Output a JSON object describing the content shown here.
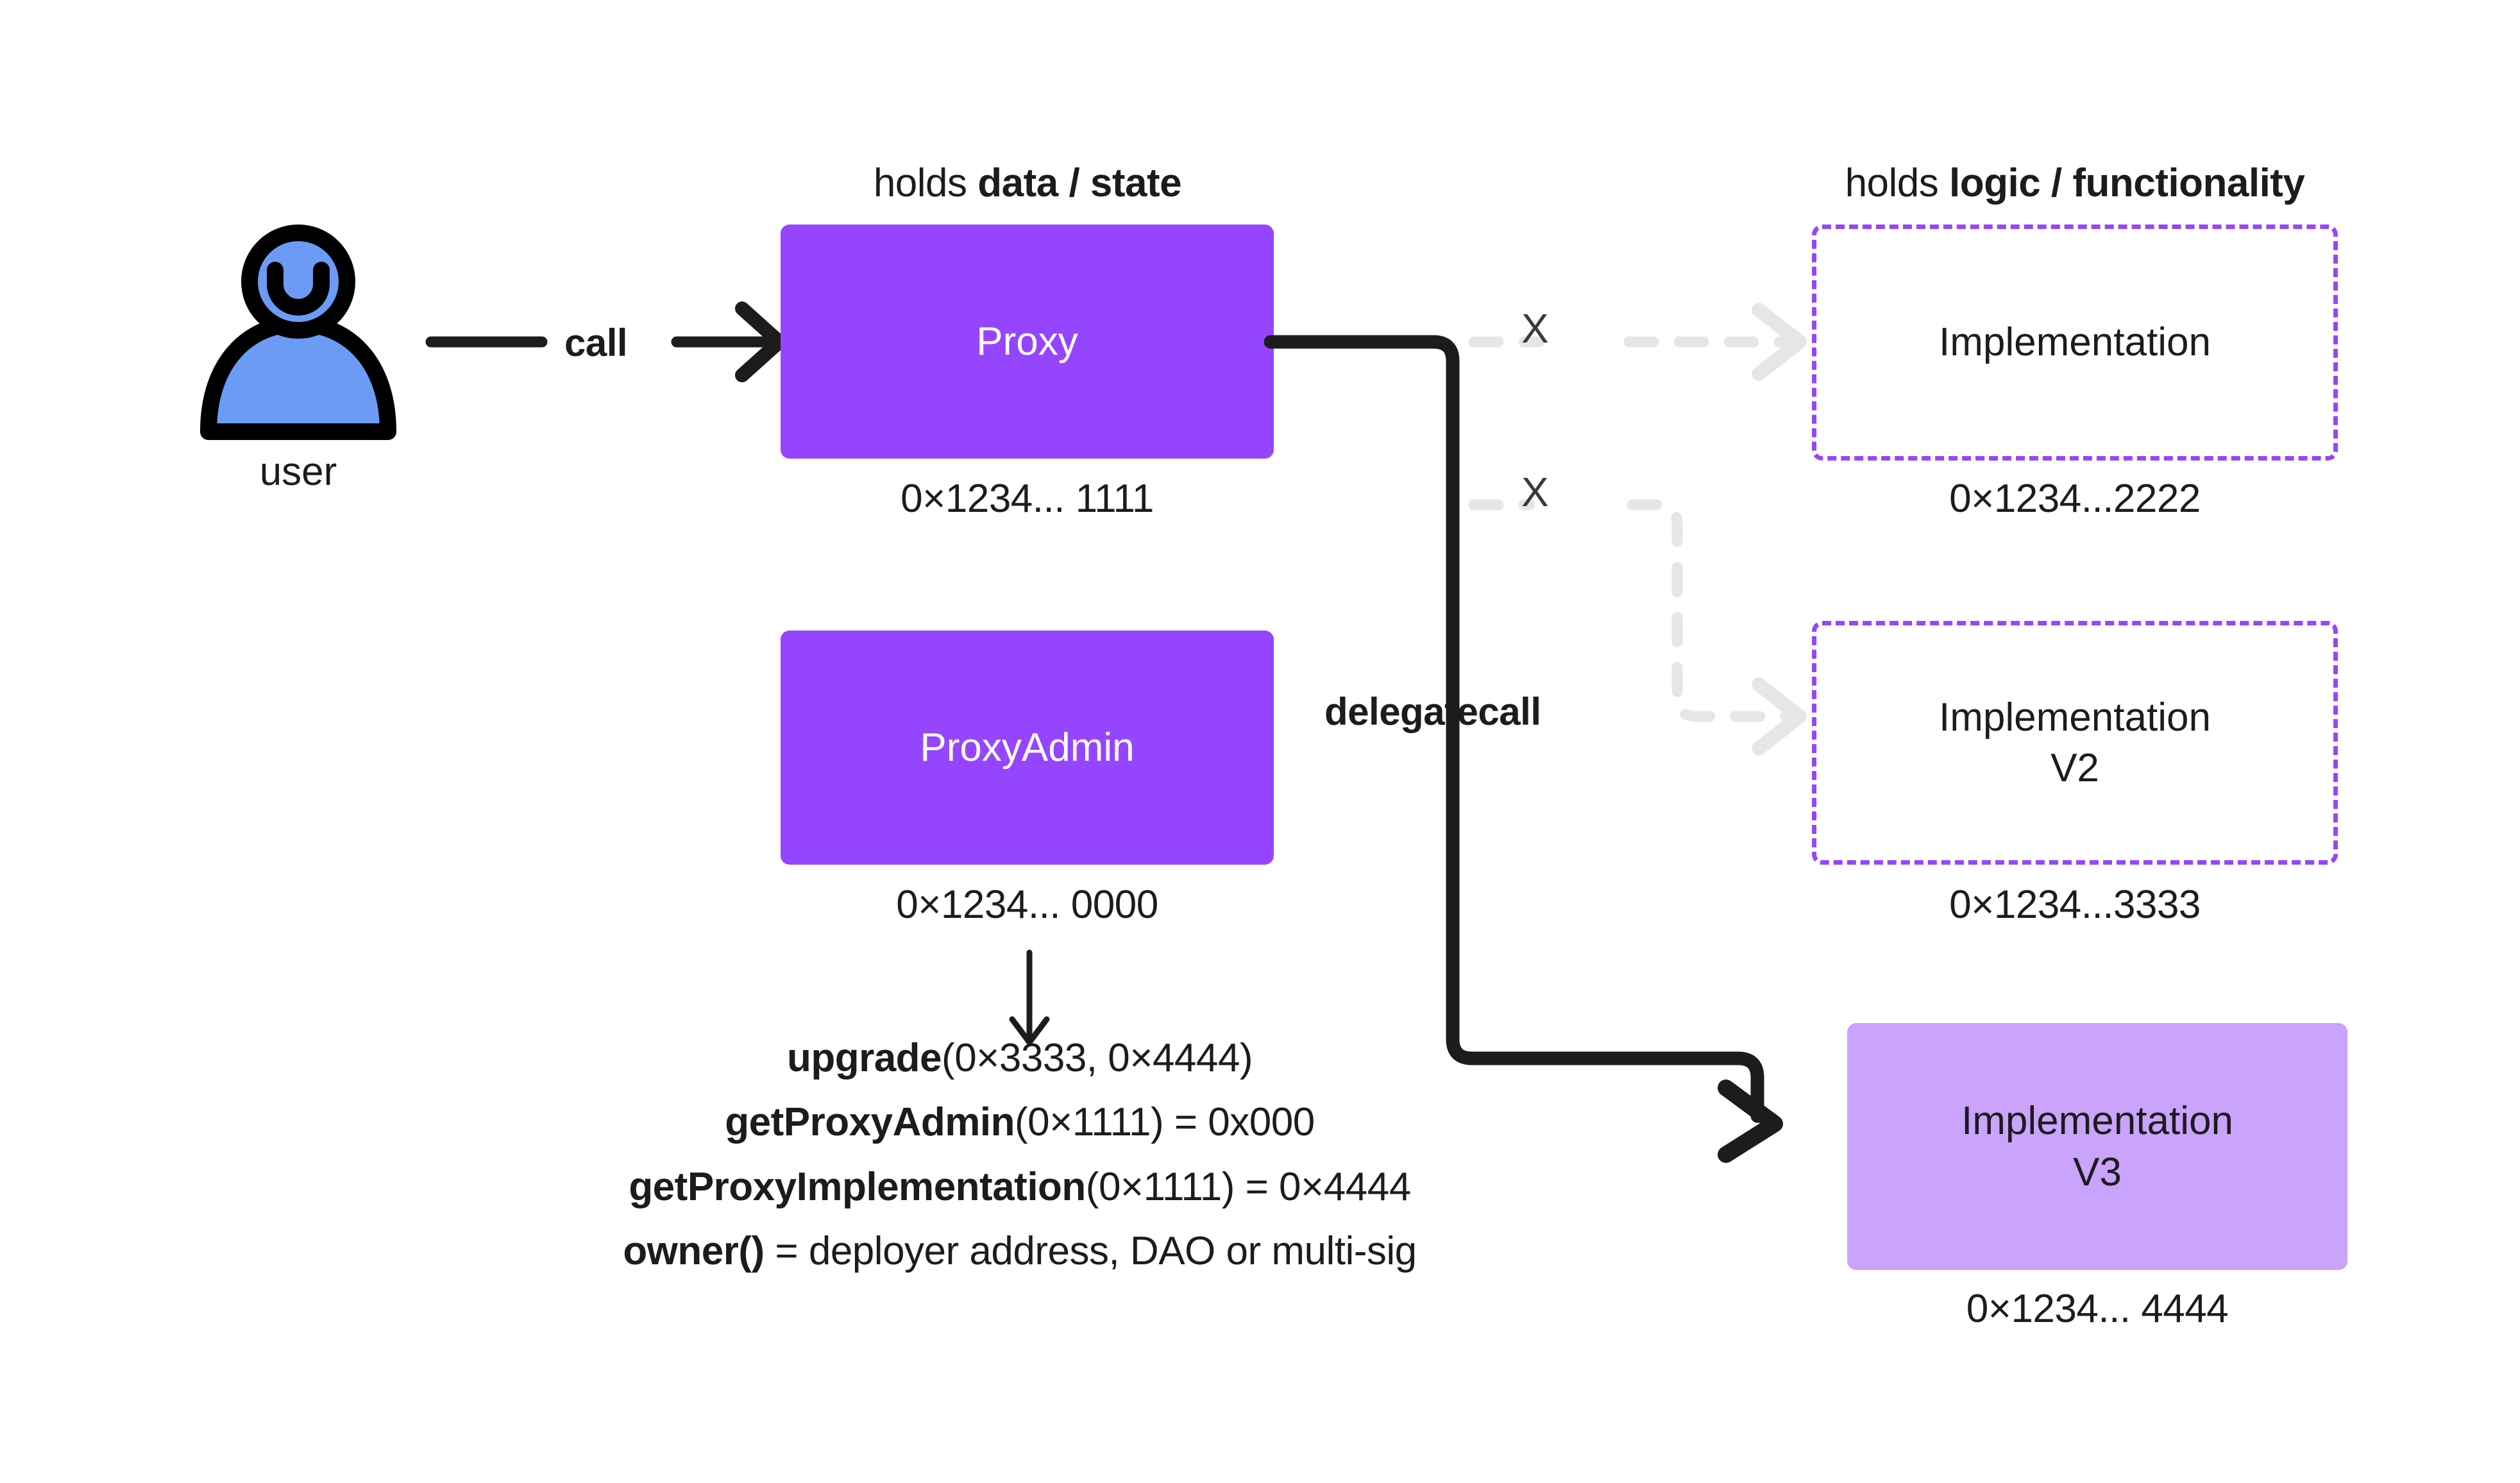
{
  "diagram": {
    "title_left": {
      "prefix": "holds ",
      "strong": "data / state"
    },
    "title_right": {
      "prefix": "holds ",
      "strong": "logic / functionality"
    },
    "actor": {
      "icon": "user-icon",
      "label": "user",
      "fill_color": "#6b9bf5",
      "outline_color": "#000000"
    },
    "edges": {
      "call_label": "call",
      "delegatecall_label": "delegatecall",
      "blocked_marker_1": "X",
      "blocked_marker_2": "X",
      "blocked_color": "#e6e6e6",
      "active_color": "#1c1c1c"
    },
    "nodes": [
      {
        "id": "proxy",
        "label": "Proxy",
        "address": "0×1234... 1111",
        "style": "solid",
        "color": "#9645ff"
      },
      {
        "id": "proxy-admin",
        "label": "ProxyAdmin",
        "address": "0×1234... 0000",
        "style": "solid",
        "color": "#9645ff"
      },
      {
        "id": "implementation",
        "label": "Implementation",
        "address": "0×1234...2222",
        "style": "dashed",
        "color": "#9645ff"
      },
      {
        "id": "implementation-v2",
        "label": "Implementation\nV2",
        "address": "0×1234...3333",
        "style": "dashed",
        "color": "#9645ff"
      },
      {
        "id": "implementation-v3",
        "label": "Implementation\nV3",
        "address": "0×1234... 4444",
        "style": "light",
        "color": "#c9a3fc"
      }
    ],
    "admin_functions": [
      {
        "name": "upgrade",
        "rest": "(0×3333, 0×4444)"
      },
      {
        "name": "getProxyAdmin",
        "rest": "(0×1111) = 0x000"
      },
      {
        "name": "getProxyImplementation",
        "rest": "(0×1111) = 0×4444"
      },
      {
        "name": "owner()",
        "rest": " = deployer address, DAO or multi-sig"
      }
    ]
  }
}
